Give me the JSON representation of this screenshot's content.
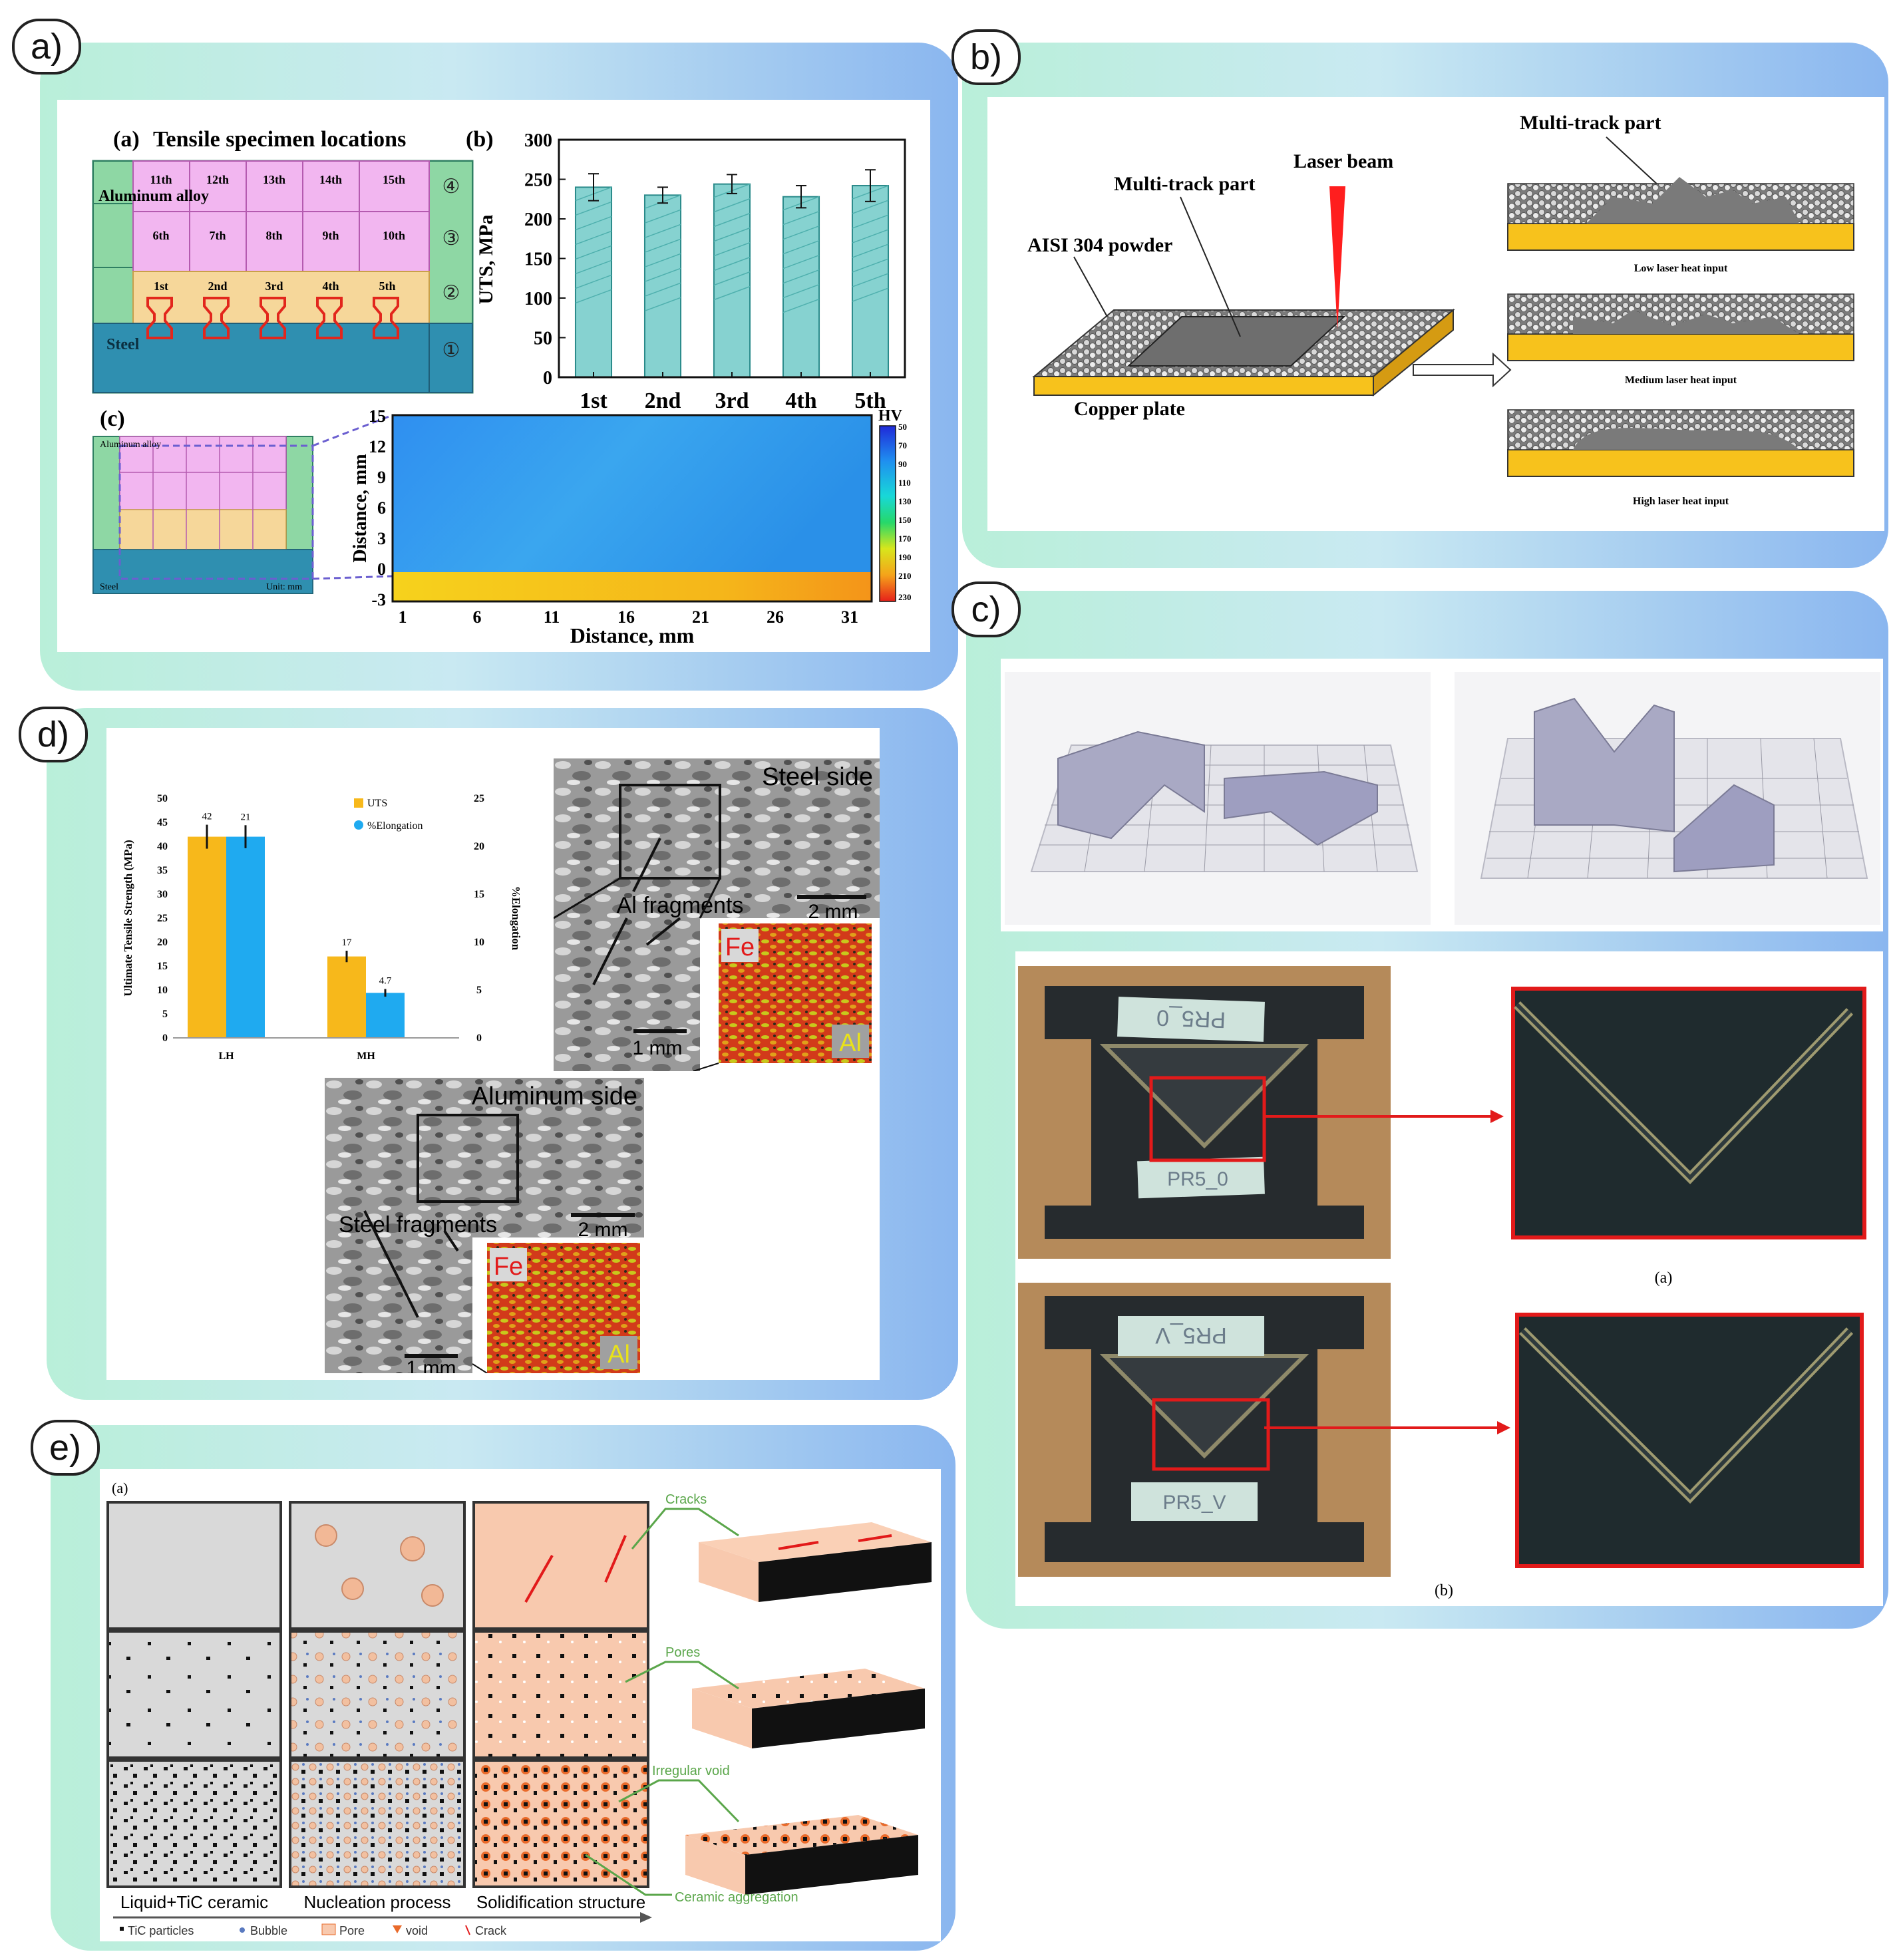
{
  "labels": {
    "a": "a)",
    "b": "b)",
    "c": "c)",
    "d": "d)",
    "e": "e)"
  },
  "colors": {
    "teal_bar": "#86d2d0",
    "uts_bar": "#f7b81b",
    "elong_bar": "#1faaf0",
    "steel": "#2f8fb0",
    "aluminum": "#f2b6f0",
    "sand": "#f6d79a",
    "green_cell": "#8ed7a4",
    "copper": "#f7c21c",
    "laser": "#ff1e1e"
  },
  "panel_a": {
    "sub_a": {
      "label": "(a)",
      "title": "Tensile specimen locations",
      "aluminum": "Aluminum alloy",
      "steel": "Steel",
      "row4": [
        "11th",
        "12th",
        "13th",
        "14th",
        "15th"
      ],
      "row3": [
        "6th",
        "7th",
        "8th",
        "9th",
        "10th"
      ],
      "row2": [
        "1st",
        "2nd",
        "3rd",
        "4th",
        "5th"
      ],
      "zones": [
        "④",
        "③",
        "②",
        "①"
      ]
    },
    "sub_b": {
      "label": "(b)",
      "ylabel": "UTS, MPa"
    },
    "sub_c": {
      "label": "(c)",
      "mini_top": "Aluminum alloy",
      "mini_steel": "Steel",
      "mini_unit": "Unit: mm",
      "ylabel": "Distance, mm",
      "xlabel": "Distance, mm",
      "cbar_title": "HV",
      "yticks": [
        "15",
        "12",
        "9",
        "6",
        "3",
        "0",
        "-3"
      ],
      "xticks": [
        "1",
        "6",
        "11",
        "16",
        "21",
        "26",
        "31"
      ],
      "cbar_ticks": [
        "50",
        "70",
        "90",
        "110",
        "130",
        "150",
        "170",
        "190",
        "210",
        "230"
      ]
    }
  },
  "panel_b": {
    "multi_track": "Multi-track part",
    "laser": "Laser beam",
    "powder": "AISI 304 powder",
    "copper": "Copper plate",
    "right_title": "Multi-track part",
    "low": "Low laser heat input",
    "medium": "Medium laser heat input",
    "high": "High laser heat input"
  },
  "panel_c": {
    "tape1": "PR5_0",
    "tape2": "PR5_0",
    "tape3": "PR5_V",
    "tape4": "PR5_V",
    "cap_a": "(a)",
    "cap_b": "(b)"
  },
  "panel_d": {
    "ylabel": "Ultimate Tensile Strength (MPa)",
    "y2label": "%Elongation",
    "legend_uts": "UTS",
    "legend_elong": "%Elongation",
    "steel_side": "Steel side",
    "al_fragments": "Al fragments",
    "scale_2mm": "2 mm",
    "scale_1mm": "1 mm",
    "fe": "Fe",
    "al": "Al",
    "aluminum_side": "Aluminum side",
    "steel_fragments": "Steel fragments",
    "scale_2mm_b": "2 mm",
    "scale_1mm_b": "1 mm",
    "fe_b": "Fe",
    "al_b": "Al",
    "yticks": [
      "0",
      "5",
      "10",
      "15",
      "20",
      "25",
      "30",
      "35",
      "40",
      "45",
      "50"
    ],
    "y2ticks": [
      "0",
      "5",
      "10",
      "15",
      "20",
      "25"
    ]
  },
  "panel_e": {
    "label": "(a)",
    "cracks": "Cracks",
    "pores": "Pores",
    "irregular": "Irregular void",
    "aggregation": "Ceramic aggregation",
    "col1": "Liquid+TiC ceramic",
    "col2": "Nucleation process",
    "col3": "Solidification structure",
    "legend": [
      "TiC particles",
      "Bubble",
      "Pore",
      "void",
      "Crack"
    ]
  },
  "chart_data": [
    {
      "type": "bar",
      "categories": [
        "1st",
        "2nd",
        "3rd",
        "4th",
        "5th"
      ],
      "values": [
        240,
        230,
        244,
        228,
        242
      ],
      "errors": [
        17,
        10,
        12,
        14,
        20
      ],
      "ylabel": "UTS, MPa",
      "ylim": [
        0,
        300
      ],
      "yticks": [
        0,
        50,
        100,
        150,
        200,
        250,
        300
      ]
    },
    {
      "type": "bar",
      "categories": [
        "LH",
        "MH"
      ],
      "ylabel": "Ultimate Tensile Strength (MPa)",
      "y2label": "%Elongation",
      "ylim": [
        0,
        50
      ],
      "y2lim": [
        0,
        25
      ],
      "series": [
        {
          "name": "UTS",
          "values": [
            42,
            17
          ],
          "errors": [
            2.5,
            1.2
          ],
          "data_labels": [
            "42",
            "17"
          ]
        },
        {
          "name": "%Elongation",
          "values": [
            21,
            4.7
          ],
          "errors": [
            1.2,
            0.4
          ],
          "data_labels": [
            "21",
            "4.7"
          ]
        }
      ]
    }
  ]
}
